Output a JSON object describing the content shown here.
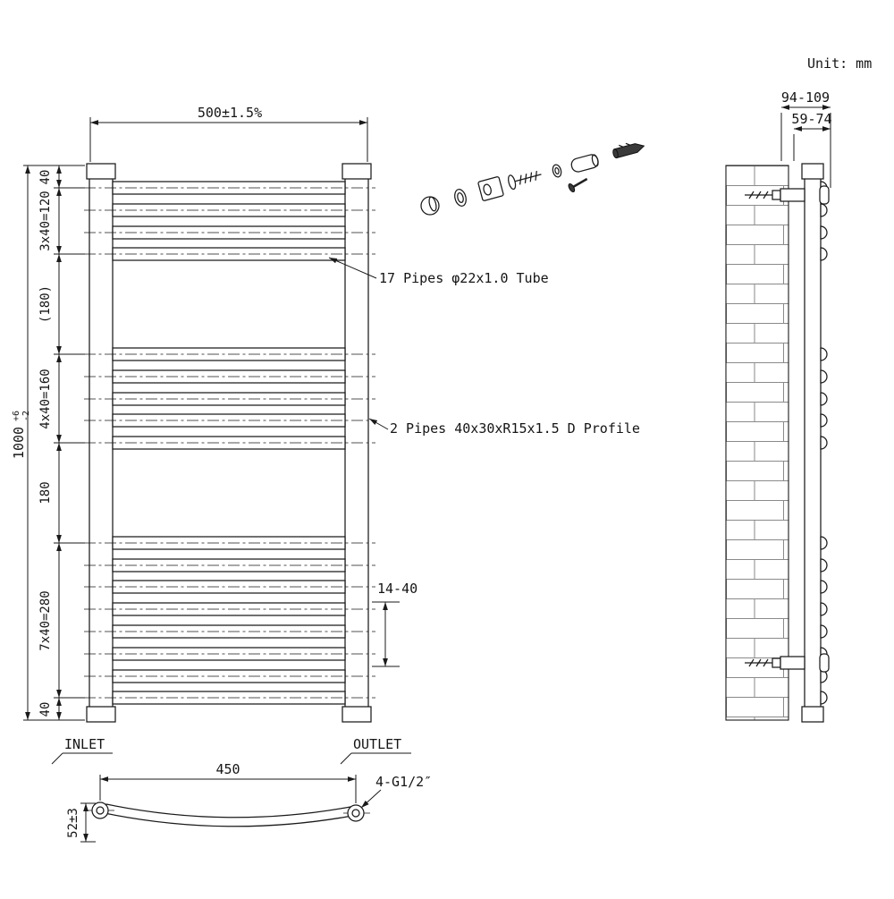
{
  "meta": {
    "unit": "Unit: mm"
  },
  "front_view": {
    "dim_width": "500±1.5%",
    "dim_height_value": "1000",
    "dim_height_tol_upper": "+6",
    "dim_height_tol_lower": "-2",
    "segments": [
      "40",
      "3x40=120",
      "(180)",
      "4x40=160",
      "180",
      "7x40=280",
      "40"
    ],
    "annotation_tube": "17 Pipes φ22x1.0 Tube",
    "annotation_profile": "2 Pipes 40x30xR15x1.5 D Profile",
    "dim_bracket_range": "14-40",
    "inlet": "INLET",
    "outlet": "OUTLET"
  },
  "side_view": {
    "dim_depth_total": "94-109",
    "dim_depth_wall": "59-74"
  },
  "bottom_view": {
    "dim_centres": "450",
    "dim_depth": "52±3",
    "annotation_thread": "4-G1/2″"
  }
}
